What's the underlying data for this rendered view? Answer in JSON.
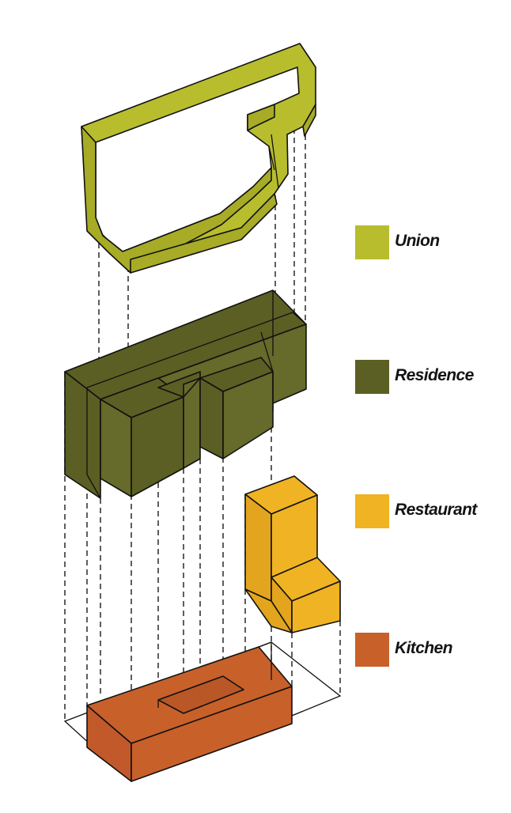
{
  "legend": [
    {
      "label": "Union",
      "color": "#b8bd2e"
    },
    {
      "label": "Residence",
      "color": "#5b5f23"
    },
    {
      "label": "Restaurant",
      "color": "#f0b323"
    },
    {
      "label": "Kitchen",
      "color": "#c8602a"
    }
  ],
  "colors": {
    "union_top": "#b8bd2e",
    "union_side": "#a7ab26",
    "residence_top": "#5b5f23",
    "residence_side": "#666a2a",
    "restaurant_top": "#f0b323",
    "restaurant_side": "#e3a51d",
    "kitchen_top": "#c8602a",
    "kitchen_side": "#c2592a",
    "line": "#111111"
  }
}
